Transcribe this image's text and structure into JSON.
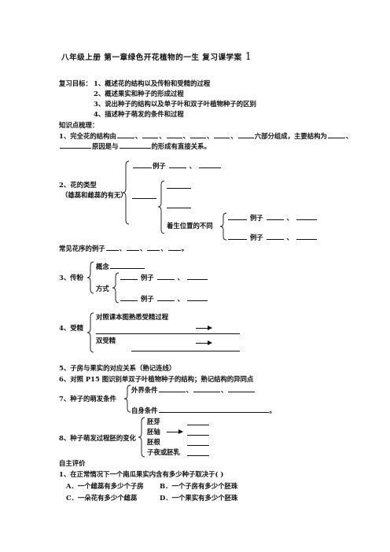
{
  "title": {
    "main": "八年级上册 第一章绿色开花植物的一生 复习课学案",
    "number": "1"
  },
  "goals": {
    "label": "复习目标：",
    "items": [
      "1、概述花的结构以及传粉和受精的过程",
      "2、概述果实和种子的形成过程",
      "3、说出种子的结构以及单子叶和双子叶植物种子的区别",
      "4、描述种子萌发的条件和过程"
    ]
  },
  "knowledge_label": "知识点梳理：",
  "q1": {
    "part1": "1、完全花的结构由",
    "sep": "、",
    "part2": "六部分组成，主要结构为",
    "part3": "原因是与",
    "part4": "的形成有直接关系。"
  },
  "q2": {
    "title": "2、花的类型",
    "note": "（雄蕊和雌蕊的有无）",
    "example": "例子",
    "position": "着生位置的不同",
    "sep": "、"
  },
  "inflorescence": {
    "text": "常见花序的例子",
    "sep": "、",
    "end": "。"
  },
  "q3": {
    "title": "3、传粉",
    "concept": "概念",
    "method": "方式",
    "example": "例子",
    "sep": "、"
  },
  "q4": {
    "title": "4、受精",
    "line1": "对照课本图熟悉受精过程",
    "double": "双受精"
  },
  "q5": "5、子房与果实的对应关系（熟记连线）",
  "q6": "6、对照 P15 图识别单双子叶植物种子的结构；熟记结构的异同点",
  "q7": {
    "title": "7、种子的萌发条件",
    "external": "外界条件",
    "self": "自身条件",
    "sep": "、",
    "end": "。"
  },
  "q8": {
    "title": "8、种子萌发过程胚的变化",
    "items": [
      "胚芽",
      "胚轴",
      "胚根",
      "子夜或胚乳"
    ]
  },
  "self_eval": {
    "label": "自主评价",
    "question": "1、在正常情况下一个南瓜果实内含有多少种子取决于(   )",
    "options": [
      "A．一个雌蕊有多少个子房",
      "B．一个子房有多少个胚珠",
      "C．一朵花有多少个雌蕊",
      "D．一个果实有多少个胚珠"
    ]
  }
}
